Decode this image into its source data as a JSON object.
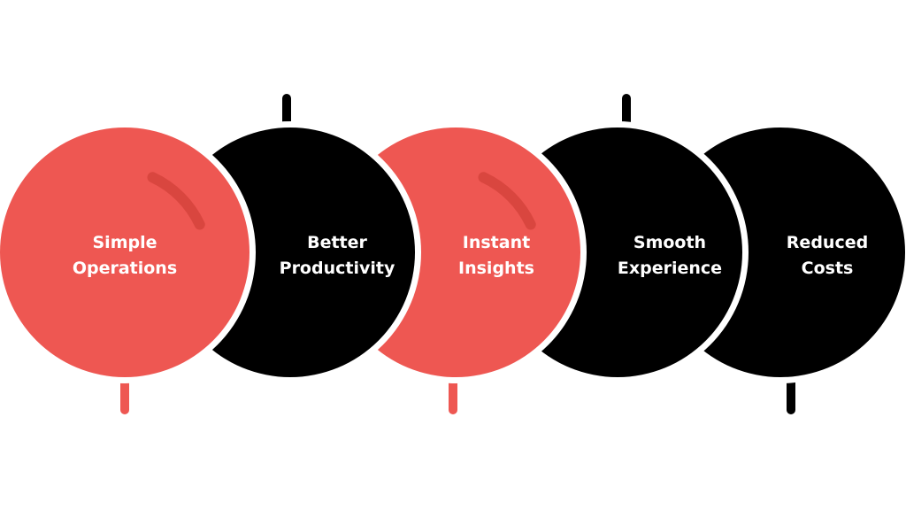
{
  "colors": {
    "red": "#EE5752",
    "red_highlight": "#D9463F",
    "black": "#000000",
    "text": "#FFFFFF"
  },
  "items": [
    {
      "line1": "Simple",
      "line2": "Operations",
      "color": "red",
      "stem": "bottom"
    },
    {
      "line1": "Better",
      "line2": "Productivity",
      "color": "black",
      "stem": "top"
    },
    {
      "line1": "Instant",
      "line2": "Insights",
      "color": "red",
      "stem": "bottom"
    },
    {
      "line1": "Smooth",
      "line2": "Experience",
      "color": "black",
      "stem": "top"
    },
    {
      "line1": "Reduced",
      "line2": "Costs",
      "color": "black",
      "stem": "bottom"
    }
  ]
}
